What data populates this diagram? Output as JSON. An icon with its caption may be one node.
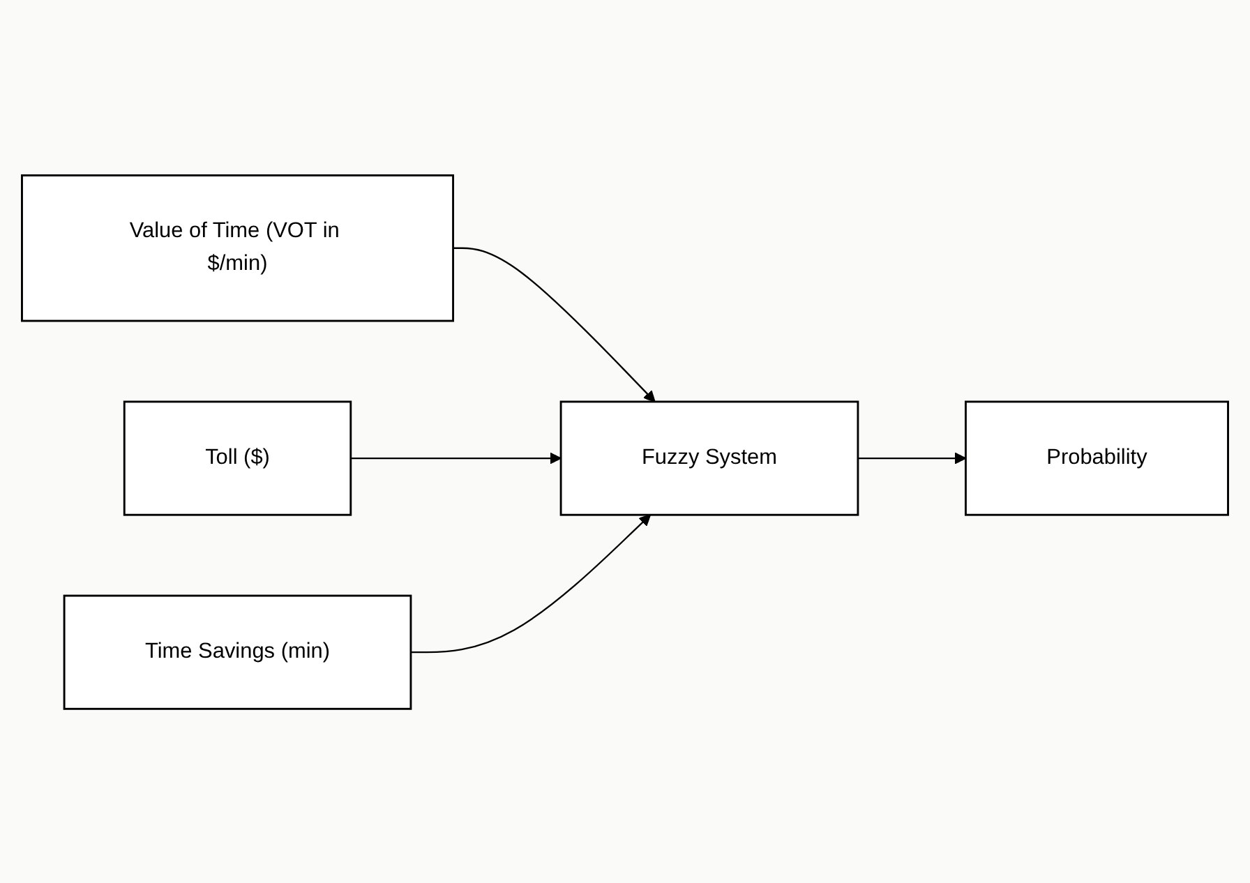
{
  "diagram": {
    "nodes": [
      {
        "text": [
          "Value of Time (VOT in $/min)"
        ]
      },
      {
        "text": [
          "Toll ($)"
        ]
      },
      {
        "text": [
          "Time Savings (min)"
        ]
      },
      {
        "text": [
          "Fuzzy System"
        ]
      },
      {
        "text": [
          "Probability"
        ]
      }
    ],
    "edges": [
      {
        "from": 0,
        "to": 3,
        "arrow": "to"
      },
      {
        "from": 1,
        "to": 3,
        "arrow": "to"
      },
      {
        "from": 2,
        "to": 3,
        "arrow": "to"
      },
      {
        "from": 3,
        "to": 4,
        "arrow": "to"
      }
    ]
  }
}
